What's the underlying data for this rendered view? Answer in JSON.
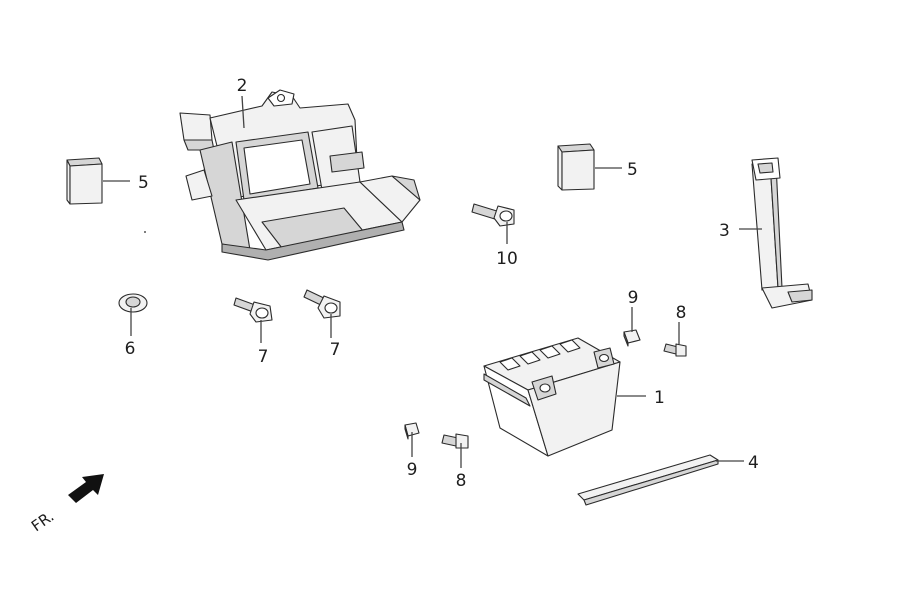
{
  "callouts": {
    "c1": "1",
    "c2": "2",
    "c3": "3",
    "c4": "4",
    "c5a": "5",
    "c5b": "5",
    "c6": "6",
    "c7a": "7",
    "c7b": "7",
    "c8a": "8",
    "c8b": "8",
    "c9a": "9",
    "c9b": "9",
    "c10": "10"
  },
  "direction": {
    "label": "FR."
  }
}
